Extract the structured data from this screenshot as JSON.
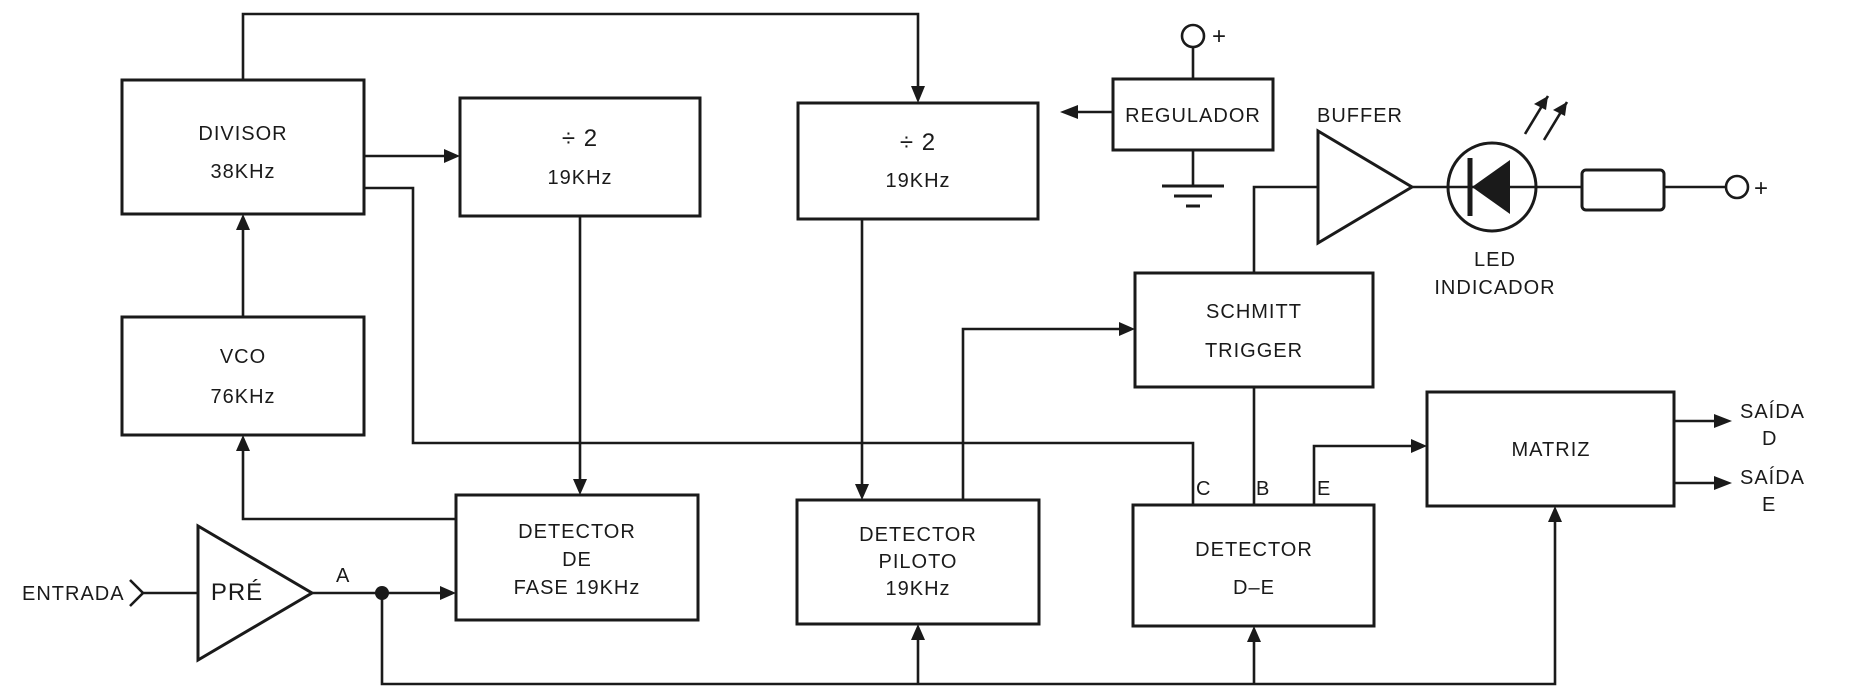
{
  "blocks": {
    "divisor": {
      "line1": "DIVISOR",
      "line2": "38KHz"
    },
    "div2_a": {
      "line1": "÷ 2",
      "line2": "19KHz"
    },
    "div2_b": {
      "line1": "÷ 2",
      "line2": "19KHz"
    },
    "regulador": {
      "line1": "REGULADOR"
    },
    "vco": {
      "line1": "VCO",
      "line2": "76KHz"
    },
    "schmitt": {
      "line1": "SCHMITT",
      "line2": "TRIGGER"
    },
    "matriz": {
      "line1": "MATRIZ"
    },
    "det_fase": {
      "line1": "DETECTOR",
      "line2": "DE",
      "line3": "FASE  19KHz"
    },
    "det_piloto": {
      "line1": "DETECTOR",
      "line2": "PILOTO",
      "line3": "19KHz"
    },
    "det_de": {
      "line1": "DETECTOR",
      "line2": "D–E"
    }
  },
  "amplifiers": {
    "pre": "PRÉ",
    "buffer": "BUFFER"
  },
  "led": {
    "line1": "LED",
    "line2": "INDICADOR"
  },
  "labels": {
    "entrada": "ENTRADA",
    "node_a": "A",
    "pin_c": "C",
    "pin_b": "B",
    "pin_e": "E",
    "plus_top": "+",
    "plus_right": "+",
    "saida_d_1": "SAÍDA",
    "saida_d_2": "D",
    "saida_e_1": "SAÍDA",
    "saida_e_2": "E"
  },
  "colors": {
    "ink": "#1a1a1a",
    "paper": "#ffffff"
  }
}
